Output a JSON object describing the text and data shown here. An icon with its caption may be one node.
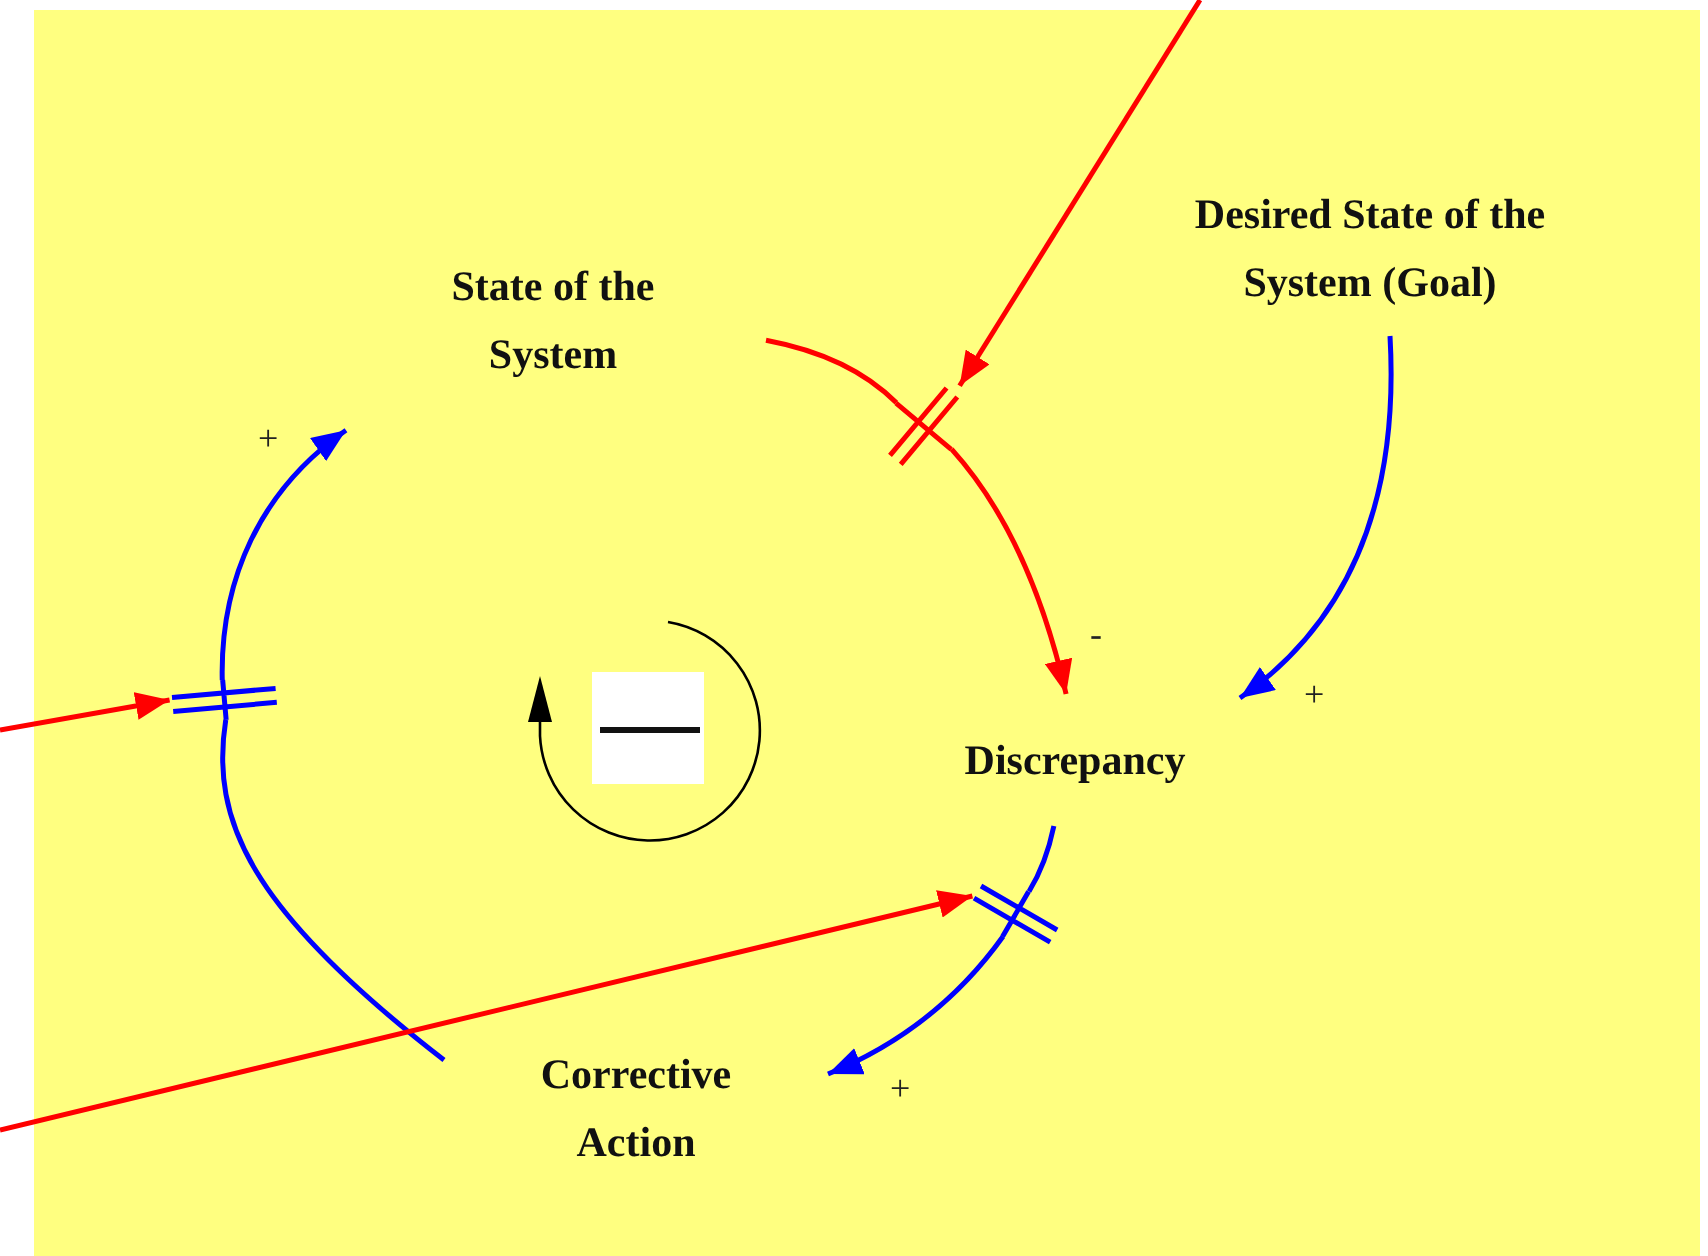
{
  "diagram": {
    "nodes": [
      {
        "text": [
          "Desired State of the System (Goal)"
        ]
      },
      {
        "text": [
          "State of the System"
        ]
      },
      {
        "text": [],
        "shape": "bar"
      },
      {
        "text": [],
        "shape": "bar"
      },
      {
        "text": [
          "Discrepancy"
        ]
      },
      {
        "text": [],
        "shape": "bar"
      },
      {
        "text": [
          "Corrective Action"
        ]
      }
    ],
    "edges": [
      {
        "from": 1,
        "to": 2,
        "arrow": "none"
      },
      {
        "from": 2,
        "to": 4,
        "arrow": "to",
        "label": "-"
      },
      {
        "from": 0,
        "to": 4,
        "arrow": "to",
        "label": "+",
        "color": "#0000ff"
      },
      {
        "from": 4,
        "to": 5,
        "arrow": "none",
        "color": "#0000ff"
      },
      {
        "from": 5,
        "to": 6,
        "arrow": "to",
        "label": "+",
        "color": "#0000ff"
      },
      {
        "from": 6,
        "to": 3,
        "arrow": "none",
        "color": "#0000ff"
      },
      {
        "from": 3,
        "to": 1,
        "arrow": "to",
        "label": "+",
        "color": "#0000ff"
      },
      {
        "from": null,
        "to": 2,
        "arrow": "to"
      },
      {
        "from": null,
        "to": 3,
        "arrow": "to"
      },
      {
        "from": null,
        "to": 5,
        "arrow": "to"
      }
    ]
  }
}
